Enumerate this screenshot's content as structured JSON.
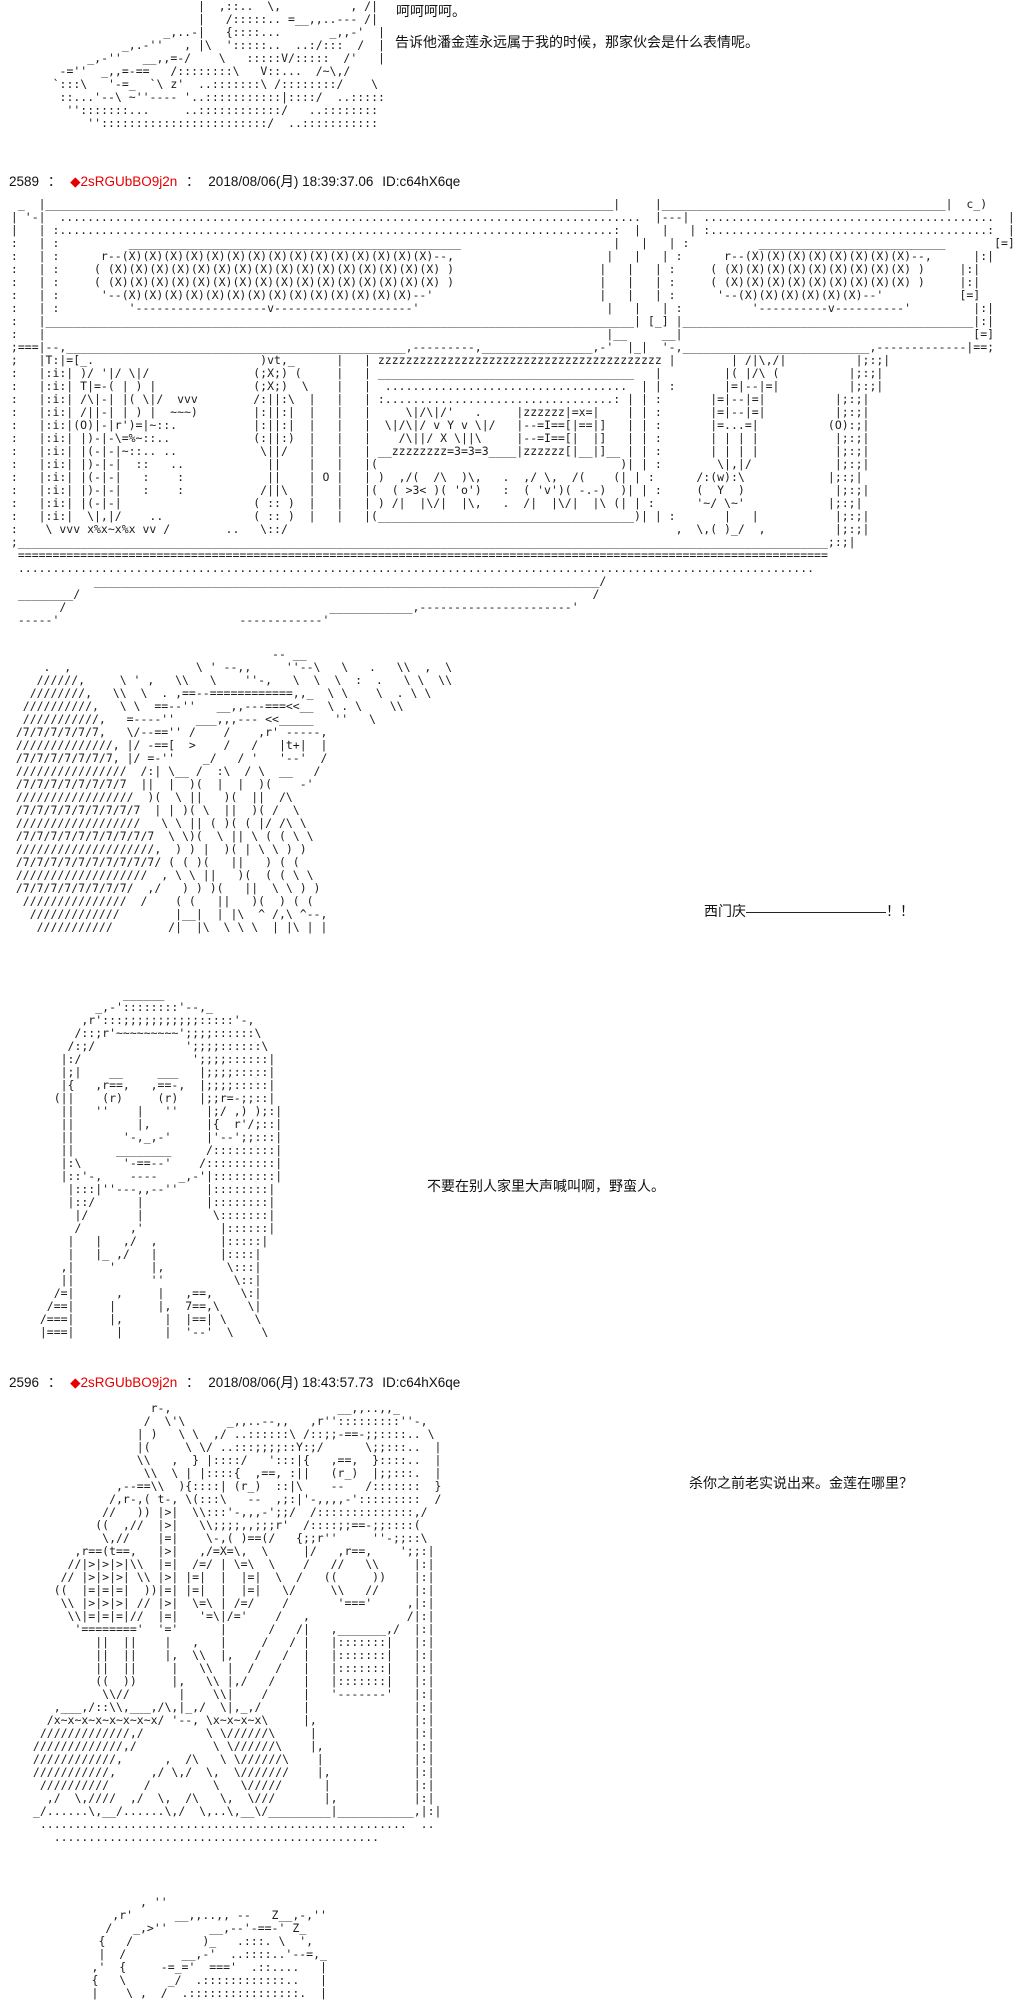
{
  "meta": {
    "separator": "：",
    "background_color": "#ffffff",
    "text_color": "#111111",
    "tripcode_color": "#e60000",
    "ascii_color": "#1c1c1c"
  },
  "posts": [
    {
      "number": "2589",
      "tripcode": "◆2sRGUbBO9j2n",
      "datetime": "2018/08/06(月) 18:39:37.06",
      "user_id": "ID:c64hX6qe"
    },
    {
      "number": "2596",
      "tripcode": "◆2sRGUbBO9j2n",
      "datetime": "2018/08/06(月) 18:43:57.73",
      "user_id": "ID:c64hX6qe"
    }
  ],
  "dialogues": {
    "laugh": "呵呵呵呵。",
    "tell_him": "告诉他潘金莲永远属于我的时候，那家伙会是什么表情呢。",
    "shout": "西门庆——————————！！",
    "dont_yell": "不要在别人家里大声喊叫啊，野蛮人。",
    "before_kill": "杀你之前老实说出来。金莲在哪里？"
  },
  "ascii": {
    "top_fragment": [
      "                          |  ,::..  \\,          , /|",
      "                          |   /:::::.. =__,,..--- /|",
      "                     _,..-|   {::::...       _,,-'  |",
      "               _,.-''   , |\\  ':::::..  ..:/:::  /  |",
      "          _,-''   __,,=-/    \\   :::::V/:::::  /'   |",
      "      -=''  _,,=-==   /::::::::\\   V::...  /~\\,/",
      "     `:::\\   '-=_  `\\ z'  ..:::::::\\ /::::::::/    \\",
      "      ::...'--\\ ~''---- '..:::::::::::|::::/  ..:::::",
      "       '':::::::...     ..::::::::::::/   ..::::::::",
      "          ''::::::::::::::::::::::::/  ..:::::::::::"
    ],
    "scene_building": [
      "  _  |__________________________________________________________________________________|     |_________________________________________|  c_)",
      " | '-|  ....................................................................................  |---|  ..........................................  |",
      " |   | :................................................................................:  |   |   | :........................................:  |",
      " :   | :          ________________________________________________                      |   |   | :          ___________________________       [=]",
      " :   | :      r--(X)(X)(X)(X)(X)(X)(X)(X)(X)(X)(X)(X)(X)(X)(X)--,                      |   |   | :      r--(X)(X)(X)(X)(X)(X)(X)(X)--,      |:|",
      " :   | :     ( (X)(X)(X)(X)(X)(X)(X)(X)(X)(X)(X)(X)(X)(X)(X)(X) )                     |   |   | :     ( (X)(X)(X)(X)(X)(X)(X)(X)(X) )     |:|",
      " :   | :     ( (X)(X)(X)(X)(X)(X)(X)(X)(X)(X)(X)(X)(X)(X)(X)(X) )                     |   |   | :     ( (X)(X)(X)(X)(X)(X)(X)(X)(X) )     |:|",
      " :   | :      '--(X)(X)(X)(X)(X)(X)(X)(X)(X)(X)(X)(X)(X)(X)--'                        |   |   | :      '--(X)(X)(X)(X)(X)(X)--'           [=]",
      " :   | :          '-------------------v--------------------'                           |   |   | :          '----------v----------'         |:|",
      " :   |_____________________________________________________________________________________| [_] |__________________________________________|:|",
      " :   |                                                                                 |__     __|                                          [=]",
      " ;===|--,_________________________________________________,---------,________________,-'  |_|  '-,___________________________,-------------|==;",
      " ;   |T:|=[_.                        )vt,_      |   | zzzzzzzzzzzzzzzzzzzzzzzzzzzzzzzzzzzzzzzzz |        | /|\\,/|          |;:;|",
      " :   |:i:| )/ '|/ \\|/               (;X;) (     |   | _____________________________________   |         |( |/\\ (          |;:;|",
      " :   |:i:| T|=-( | ) |              (;X;)  \\    |   |  ...................................  | | :       |=|--|=|          |;:;|",
      " :   |:i:| /\\|-| |( \\|/  vvv        /:||:\\  |   |   | :.................................: | | :       |=|--|=|          |;:;|",
      " :   |:i:| /||-| | ) |  ~~~)        |:||:|  |   |   |     \\|/\\|/'   .     |zzzzzz|=x=|    | | :       |=|--|=|          |;:;|",
      " :   |:i:|(O)|-|r')=|~::.           |:||:|  |   |   |  \\|/\\|/ v Y v \\|/   |--=I==[|==|]   | | :       |=...=|          (O):;|",
      " :   |:i:| |)-|-\\=%~::..            (:||:)  |   |   |    /\\||/ X \\||\\     |--=I==[|  |]   | | :       | | | |           |;:;|",
      " :   |:i:| |(-|-|~::.. ..            \\||/   |   |   | __zzzzzzzz=3=3=3____|zzzzzz[|__|]__ | | :       | | | |           |;:;|",
      " :   |:i:| |)-|-|  ::   ..            ||    |   |   |(                                   )| | :        \\|,|/            |;:;|",
      " :   |:i:| |(-|-|   :    :            ||    | O |   | )  ,/(  /\\  )\\,   .  ,/ \\,  /(    (| | :      /:(w):\\            |;:;|",
      " :   |:i:| |)-|-|   :    :           /||\\   |   |   |(  ( >3< )( 'o')   :  ( 'v')( -.-)  )| | :     (  Y  )             |;:;|",
      " :   |:i:| |(-|-|                   ( :: )  |   |   | ) /|  |\\/|  |\\,   .  /|  |\\/|  |\\ (| | :      '~/ \\~'            |;:;|",
      " :   |:i:|  \\|,|/    ..             ( :: )  |   |   |(_____________________________________)| | :       |   |           |;:;|",
      " :    \\ vvv x%x~x%x vv /        ..   \\::/                                                        ,  \\,( )_/  ,          |;:;|",
      " ;_____________________________________________________________________________________________________________________;:;|",
      "  =====================================================================================================================",
      "  ...................................................................................................................",
      "             _________________________________________________________________________/",
      "  ________/                                                                          /",
      "        /                                      ____________,----------------------'",
      "  -----'                          ------------'"
    ],
    "scene_fist": [
      "                                       -- __",
      "      .  ,                  \\ ' --,,     ''--\\   \\   .   \\\\  ,  \\",
      "     //////,     \\ ' ,   \\\\   \\    ''-,   \\  \\  \\  :  .   \\ \\  \\\\",
      "    ////////,   \\\\  \\  . ,==--============,,_  \\ \\    \\  . \\ \\",
      "   //////////,   \\ \\  ==--''   __,,---===<<__  \\ . \\    \\\\",
      "   ///////////,   =----''   ___,,,--- <<_____   ''   \\",
      "  /7/7/7/7/7/7,   \\/--=='' /    /    ,r' -----,",
      "  //////////////, |/ -==[  >    /   /   |t+|  |",
      "  /7/7/7/7/7/7/7, |/ =-''    _/   / '   '--'  /",
      "  ////////////////  /:| \\__ /  :\\  / \\  __   /",
      "  /7/7/7/7/7/7/7/7  ||  |  )(  |  |  )(    -'",
      "  /////////////////  )(  \\ ||   )(  ||  /\\",
      "  /7/7/7/7/7/7/7/7/7  | | )( \\  ||  )( /  \\",
      "  //////////////////   \\ \\ || ( )( ( |/ /\\ \\",
      "  /7/7/7/7/7/7/7/7/7/7  \\ \\)(  \\ || \\ ( ( \\ \\",
      "  ////////////////////,  ) ) |  )( | \\ \\ ) )",
      "  /7/7/7/7/7/7/7/7/7/7/ ( ( )(   ||   ) ( (",
      "  ///////////////////  , \\ \\ ||   )(  ( ( \\ \\",
      "  /7/7/7/7/7/7/7/7/  ,/   ) ) )(   ||  \\ \\ ) )",
      "   ///////////////  /    ( (   ||   )(  ) ( (",
      "    /////////////        |__|  | |\\  ^ /,\\ ^--,",
      "     ///////////        /|  |\\  \\ \\ \\  | |\\ | |"
    ],
    "scene_face": [
      "              ______",
      "          _,-'::::::::'--,_",
      "        ,r':::;;;;;;;;;;;:::::'-,",
      "       /::;r'~~~~~~~~~';;;;::::::\\",
      "      /:;/             ';;;;::::::\\",
      "     |:/                ';;;;::::::|",
      "     |;|    __     ___   |;;;;:::::|",
      "     |{   ,r==,   ,==-,  |;;;;:::::|",
      "    (||    (r)     (r)   |;;r=-;;::|",
      "     ||   ''    |   ''    |;/ ,) );:|",
      "     ||         |,        |{  r'/;::|",
      "     ||       '-,_,-'     |'--';;:::|",
      "     ||      ________     /:::::::::|",
      "     |:\\      '-==--'    /::::::::::|",
      "     |::'-,    ----   _,-'|:::::::::|",
      "      |:::|''---,,--''    |::::::::|",
      "      |::/      |         |::::::::|",
      "       |/       |          \\:::::::|",
      "       /       ,'           |::::::|",
      "      |   |   ,/  ,         |:::::|",
      "      |   |_ ,/   |         |::::|",
      "     ,|     '     |,         \\:::|",
      "     ||           ''          \\::|",
      "    /=|      ,     |   ,==,    \\:|",
      "   /==|     |      |,  7==,\\    \\|",
      "  /===|     |,      |  |==| \\    \\",
      "  |===|      |      |  '--'  \\    \\"
    ],
    "scene_grab": [
      "                  r-,                        __,,..,,_",
      "                 /  \\'\\      _,,..--,,   ,r'':::::::::''-,",
      "                | )   \\ \\  ,/ ..::::::\\ /::;;-==-;;::::.. \\",
      "                |(     \\ \\/ ..:::;;;;::Y:;/      \\;;:::..  |",
      "                \\\\   ,  } |::::/   ':::|{   ,==,  }::::..  |",
      "                 \\\\  \\ | |::::{  ,==, :||   (r_)  |;;:::.  |",
      "             ,--==\\\\  ){::::| (r_)  ::|\\    --   /:::::::  }",
      "            /,r-,( t-, \\(:::\\   --  ,;:|'-,,,,-':::::::::  /",
      "           //   )) |>|  \\\\:::'-,,,-';;/  /::::::::::::::,/",
      "          ((  ,//  |>|   \\\\;;;;,,;;;r'  /::::;;==-;;::::(",
      "           \\,//    |=|    \\-,( )==(/   {;;r''     ''-;;::\\",
      "       ,r==(t==,   |>|   ,/=X=\\,  \\     |/   ,r==,    ';;:|",
      "      //|>|>|>|\\\\  |=|  /=/ | \\=\\  \\    /   //   \\\\     |:|",
      "     // |>|>|>| \\\\ |>| |=|  |  |=|  \\  /   ((     ))    |:|",
      "    ((  |=|=|=|  ))|=| |=|  |  |=|   \\/     \\\\   //     |:|",
      "     \\\\ |>|>|>| // |>|  \\=\\ | /=/    /       '==='     ,|:|",
      "      \\\\|=|=|=|//  |=|   '=\\|/='    /   ,              /|:|",
      "       '========'  '='      |      /   /|   ,_______,/  |:|",
      "          ||  ||    |   ,   |     /   / |   |:::::::|   |:|",
      "          ||  ||    |,  \\\\  |,   /   /  |   |:::::::|   |:|",
      "          ||  ||     |   \\\\  |  /   /   |   |:::::::|   |:|",
      "          ((  ))     |,   \\\\ |,/   /    |   |:::::::|   |:|",
      "           \\\\//       |    \\\\|    /     |   '-------'   |:|",
      "    ,___,/::\\\\,___,/\\,|_,/  \\|,_,/      |               |:|",
      "   /x~x~x~x~x~x~x~x/ '--, \\x~x~x~x\\     |,              |:|",
      "  /////////////,/         \\ \\//////\\     |              |:|",
      " /////////////,/           \\ \\//////\\    |,             |:|",
      " ////////////,      ,  /\\   \\ \\//////\\    |             |:|",
      " ///////////,     ,/ \\,/  \\,  \\///////    |,            |:|",
      "  //////////     /         \\   \\/////      |            |:|",
      "   ,/  \\,////  ,/  \\,  /\\   \\,  \\///       |,           |:|",
      " _/......\\,__/......\\,/  \\,..\\,__\\/_________|___________,|:|",
      "  .....................................................  ..",
      "    ..............................................."
    ],
    "bottom_fragment": [
      "             , ''",
      "         ,r'      __,,..,, --   Z__,-,''",
      "        /   _,>''      __,--'-==-' Z_",
      "       {   /          )_   .:::. \\  ',",
      "       |  /        __,-'  ..::::..'--=,_",
      "      ,'  {     -=_='  ==='  .::....   |",
      "      {   \\      _/  .::::::::::::..   |",
      "      |    \\ ,  /  .::::::::::::::::.  |"
    ]
  }
}
